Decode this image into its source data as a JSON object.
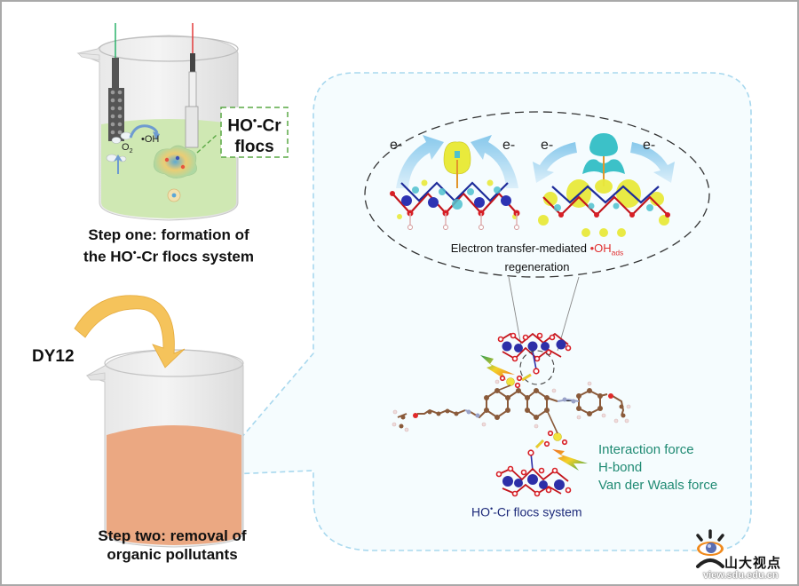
{
  "step_one": {
    "caption_line1": "Step one: formation of",
    "caption_line2_pre": "the HO",
    "caption_line2_sup": "•",
    "caption_line2_post": "-Cr flocs system",
    "flocs_label_line1_pre": "HO",
    "flocs_label_line1_sup": "•",
    "flocs_label_line1_post": "-Cr",
    "flocs_label_line2": "flocs",
    "o2_label": "O",
    "o2_sub": "2",
    "oh_label": "•OH",
    "colors": {
      "solution": "#cfe8b3",
      "callout_border": "#5aa845"
    }
  },
  "step_two": {
    "reagent": "DY12",
    "caption_line1": "Step two: removal of",
    "caption_line2": "organic pollutants",
    "colors": {
      "solution": "#eba882",
      "arrow": "#f5c35b"
    }
  },
  "detail_panel": {
    "electron_labels": [
      "e-",
      "e-",
      "e-",
      "e-"
    ],
    "ellipse_caption_line1": "Electron transfer-mediated ",
    "ellipse_caption_oh": "•OH",
    "ellipse_caption_sub": "ads",
    "ellipse_caption_line2": "regeneration",
    "interaction_title": "Interaction force",
    "interaction_items": [
      "H-bond",
      "Van der Waals force"
    ],
    "system_label_pre": "HO",
    "system_label_sup": "•",
    "system_label_post": "-Cr flocs system",
    "colors": {
      "panel_fill": "#f5fcfe",
      "panel_border": "#a8d8ee",
      "text_green": "#1f8a73",
      "text_navy": "#1d2a7a",
      "ads_red": "#e03131"
    }
  },
  "watermark": {
    "name": "山大视点",
    "url": "view.sdu.edu.cn"
  }
}
